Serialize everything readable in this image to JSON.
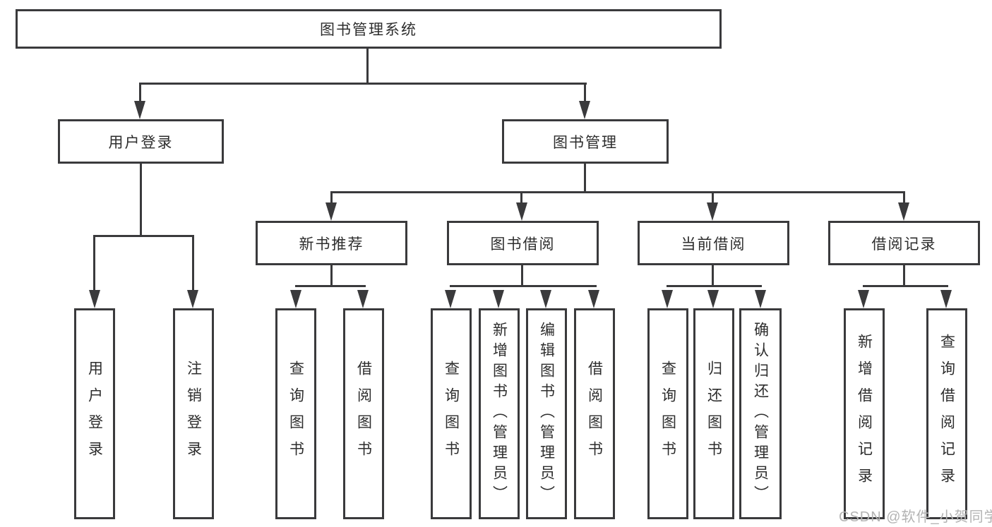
{
  "diagram": {
    "root": "图书管理系统",
    "branches": {
      "user_login": {
        "label": "用户登录",
        "children": [
          {
            "label": "用户登录"
          },
          {
            "label": "注销登录"
          }
        ]
      },
      "book_management": {
        "label": "图书管理",
        "children": [
          {
            "label": "新书推荐",
            "children": [
              {
                "label": "查询图书"
              },
              {
                "label": "借阅图书"
              }
            ]
          },
          {
            "label": "图书借阅",
            "children": [
              {
                "label": "查询图书"
              },
              {
                "label": "新增图书（管理员）"
              },
              {
                "label": "编辑图书（管理员）"
              },
              {
                "label": "借阅图书"
              }
            ]
          },
          {
            "label": "当前借阅",
            "children": [
              {
                "label": "查询图书"
              },
              {
                "label": "归还图书"
              },
              {
                "label": "确认归还（管理员）"
              }
            ]
          },
          {
            "label": "借阅记录",
            "children": [
              {
                "label": "新增借阅记录"
              },
              {
                "label": "查询借阅记录"
              }
            ]
          }
        ]
      }
    }
  },
  "watermark": "CSDN @软件_小贺同学",
  "colors": {
    "line": "#3a3a3c",
    "text": "#2d2d2d",
    "watermark": "#b3b3b3",
    "background": "#ffffff"
  }
}
